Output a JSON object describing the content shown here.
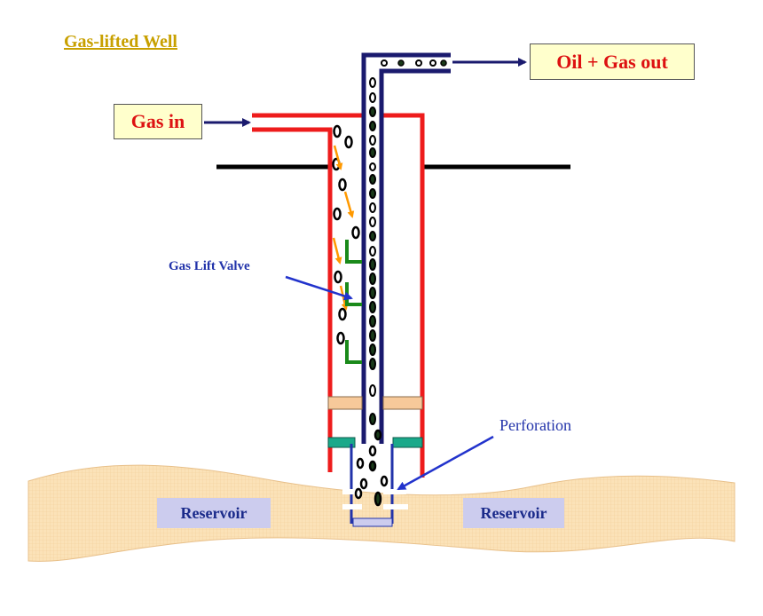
{
  "title": "Gas-lifted Well",
  "labels": {
    "gas_in": "Gas in",
    "oil_gas_out": "Oil + Gas out",
    "gas_lift_valve": "Gas Lift Valve",
    "perforation": "Perforation",
    "reservoir_left": "Reservoir",
    "reservoir_right": "Reservoir"
  },
  "colors": {
    "title": "#c8a000",
    "casing": "#ee1c1c",
    "tubing": "#1a1a6e",
    "ground": "#000000",
    "valve": "#1a8a1a",
    "gas_flow_arrow": "#ff9900",
    "reservoir_fill": "#fbe2b8",
    "callout_fill": "#ffffcc",
    "callout_text": "#dd1111",
    "label_blue": "#2233aa",
    "packer": "#f7c99a",
    "seal": "#1aa98a",
    "reservoir_label_fill": "#ccccee"
  }
}
